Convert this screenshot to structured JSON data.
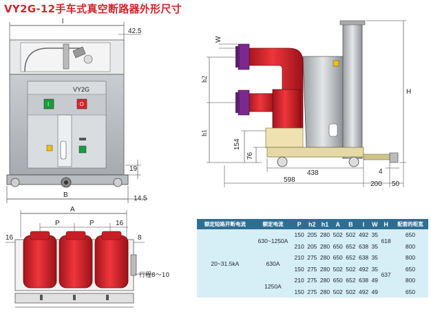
{
  "title": "VY2G-12手车式真空断路器外形尺寸",
  "front_view": {
    "dims": {
      "l": "l",
      "d42": "42.5",
      "d19": "19",
      "B": "B",
      "d14": "14.5"
    },
    "panel_label": "VY2G",
    "on_label": "I",
    "off_label": "O"
  },
  "side_view": {
    "dims": {
      "W": "W",
      "h2": "h2",
      "h1": "h1",
      "H": "H",
      "d154": "154",
      "d76": "76",
      "d438": "438",
      "d4": "4",
      "d598": "598",
      "d200": "200",
      "d50": "50"
    }
  },
  "bottom_view": {
    "dims": {
      "A": "A",
      "P1": "P",
      "P2": "P",
      "d16a": "16",
      "d16b": "16",
      "d8": "8",
      "stroke": "行程8～10"
    }
  },
  "table": {
    "headers": [
      "额定短路开断电流",
      "额定电流",
      "P",
      "h2",
      "h1",
      "A",
      "B",
      "l",
      "W",
      "H",
      "配套的柜宽"
    ],
    "breaking_current": "20~31.5kA",
    "current_1": "630~1250A",
    "current_2": "630A",
    "current_3": "1250A",
    "H_1": "618",
    "H_2": "637",
    "rows": [
      [
        "150",
        "205",
        "280",
        "502",
        "502",
        "492",
        "35",
        "650"
      ],
      [
        "210",
        "205",
        "280",
        "650",
        "652",
        "638",
        "35",
        "800"
      ],
      [
        "210",
        "275",
        "280",
        "650",
        "652",
        "638",
        "35",
        "800"
      ],
      [
        "150",
        "275",
        "280",
        "502",
        "502",
        "492",
        "35",
        "650"
      ],
      [
        "210",
        "275",
        "280",
        "650",
        "652",
        "638",
        "49",
        "800"
      ],
      [
        "150",
        "275",
        "280",
        "502",
        "502",
        "492",
        "49",
        "650"
      ]
    ]
  }
}
